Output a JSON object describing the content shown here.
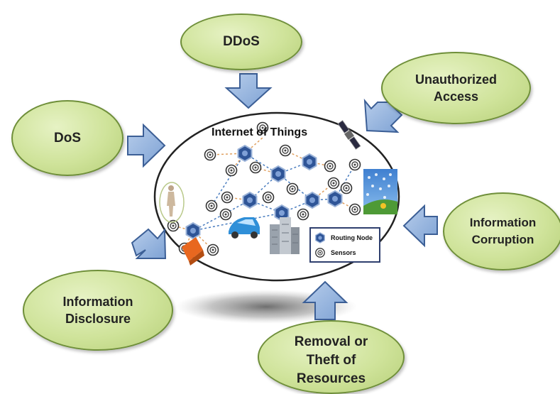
{
  "diagram": {
    "center_title": "Internet of  Things",
    "threats": {
      "ddos": "DDoS",
      "unauthorized_access": "Unauthorized\nAccess",
      "dos": "DoS",
      "information_corruption": "Information\nCorruption",
      "information_disclosure": "Information\nDisclosure",
      "removal_theft": "Removal or\nTheft of\nResources"
    },
    "legend": {
      "routing_node": "Routing Node",
      "sensors": "Sensors"
    },
    "colors": {
      "threat_fill": "#cfe39a",
      "threat_border": "#6f8f3a",
      "arrow_fill": "#8fb0dc",
      "arrow_stroke": "#3c5f96",
      "routing_node": "#2f5597",
      "link_line": "#4a7dbf",
      "sensor_link": "#e0a060"
    },
    "icons": [
      "routing-node-icon",
      "sensor-icon",
      "car-icon",
      "building-icon",
      "satellite-icon",
      "landscape-photo-icon",
      "person-icon",
      "device-icon"
    ]
  }
}
